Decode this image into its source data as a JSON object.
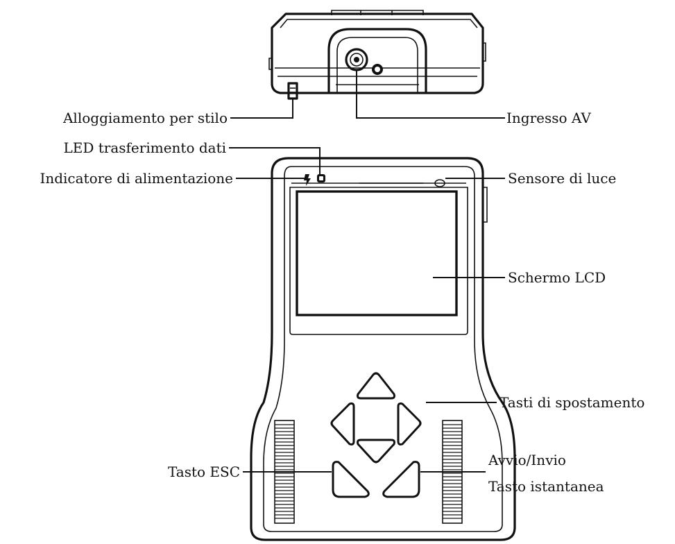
{
  "labels": {
    "stylus_slot": "Alloggiamento per stilo",
    "av_input": "Ingresso AV",
    "data_led": "LED trasferimento dati",
    "power_indicator": "Indicatore di alimentazione",
    "light_sensor": "Sensore di luce",
    "lcd_screen": "Schermo LCD",
    "arrow_keys": "Tasti di spostamento",
    "esc_key": "Tasto ESC",
    "start_enter": "Avvio/Invio",
    "snapshot_key": "Tasto istantanea"
  }
}
